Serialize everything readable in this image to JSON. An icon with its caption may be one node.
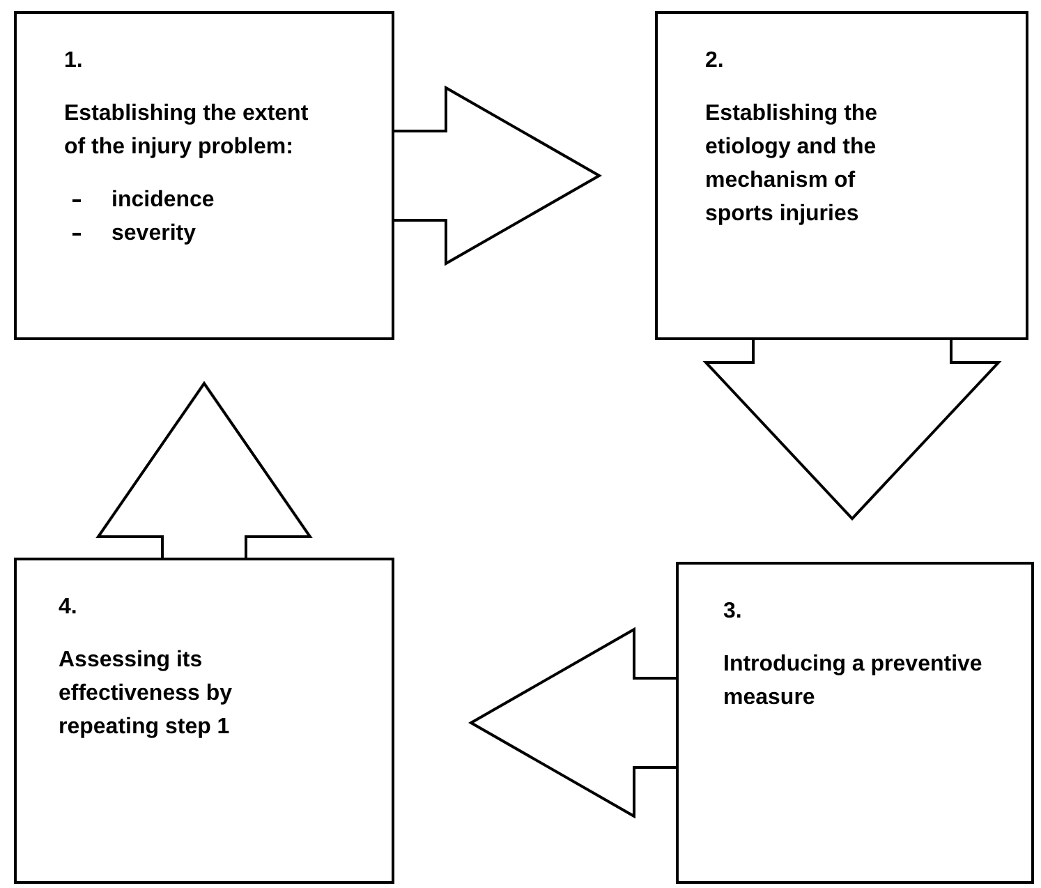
{
  "diagram": {
    "nodes": [
      {
        "text": [
          "1.",
          "Establishing the extent of the injury problem:",
          "incidence",
          "severity"
        ]
      },
      {
        "text": [
          "2.",
          "Establishing the etiology and the mechanism of sports injuries"
        ]
      },
      {
        "text": [
          "3.",
          "Introducing a preventive measure"
        ]
      },
      {
        "text": [
          "4.",
          "Assessing its effectiveness by repeating step 1"
        ]
      }
    ],
    "edges": [
      {
        "from": 0,
        "to": 1,
        "arrow": "to"
      },
      {
        "from": 1,
        "to": 2,
        "arrow": "to"
      },
      {
        "from": 2,
        "to": 3,
        "arrow": "to"
      },
      {
        "from": 3,
        "to": 0,
        "arrow": "to"
      }
    ]
  }
}
